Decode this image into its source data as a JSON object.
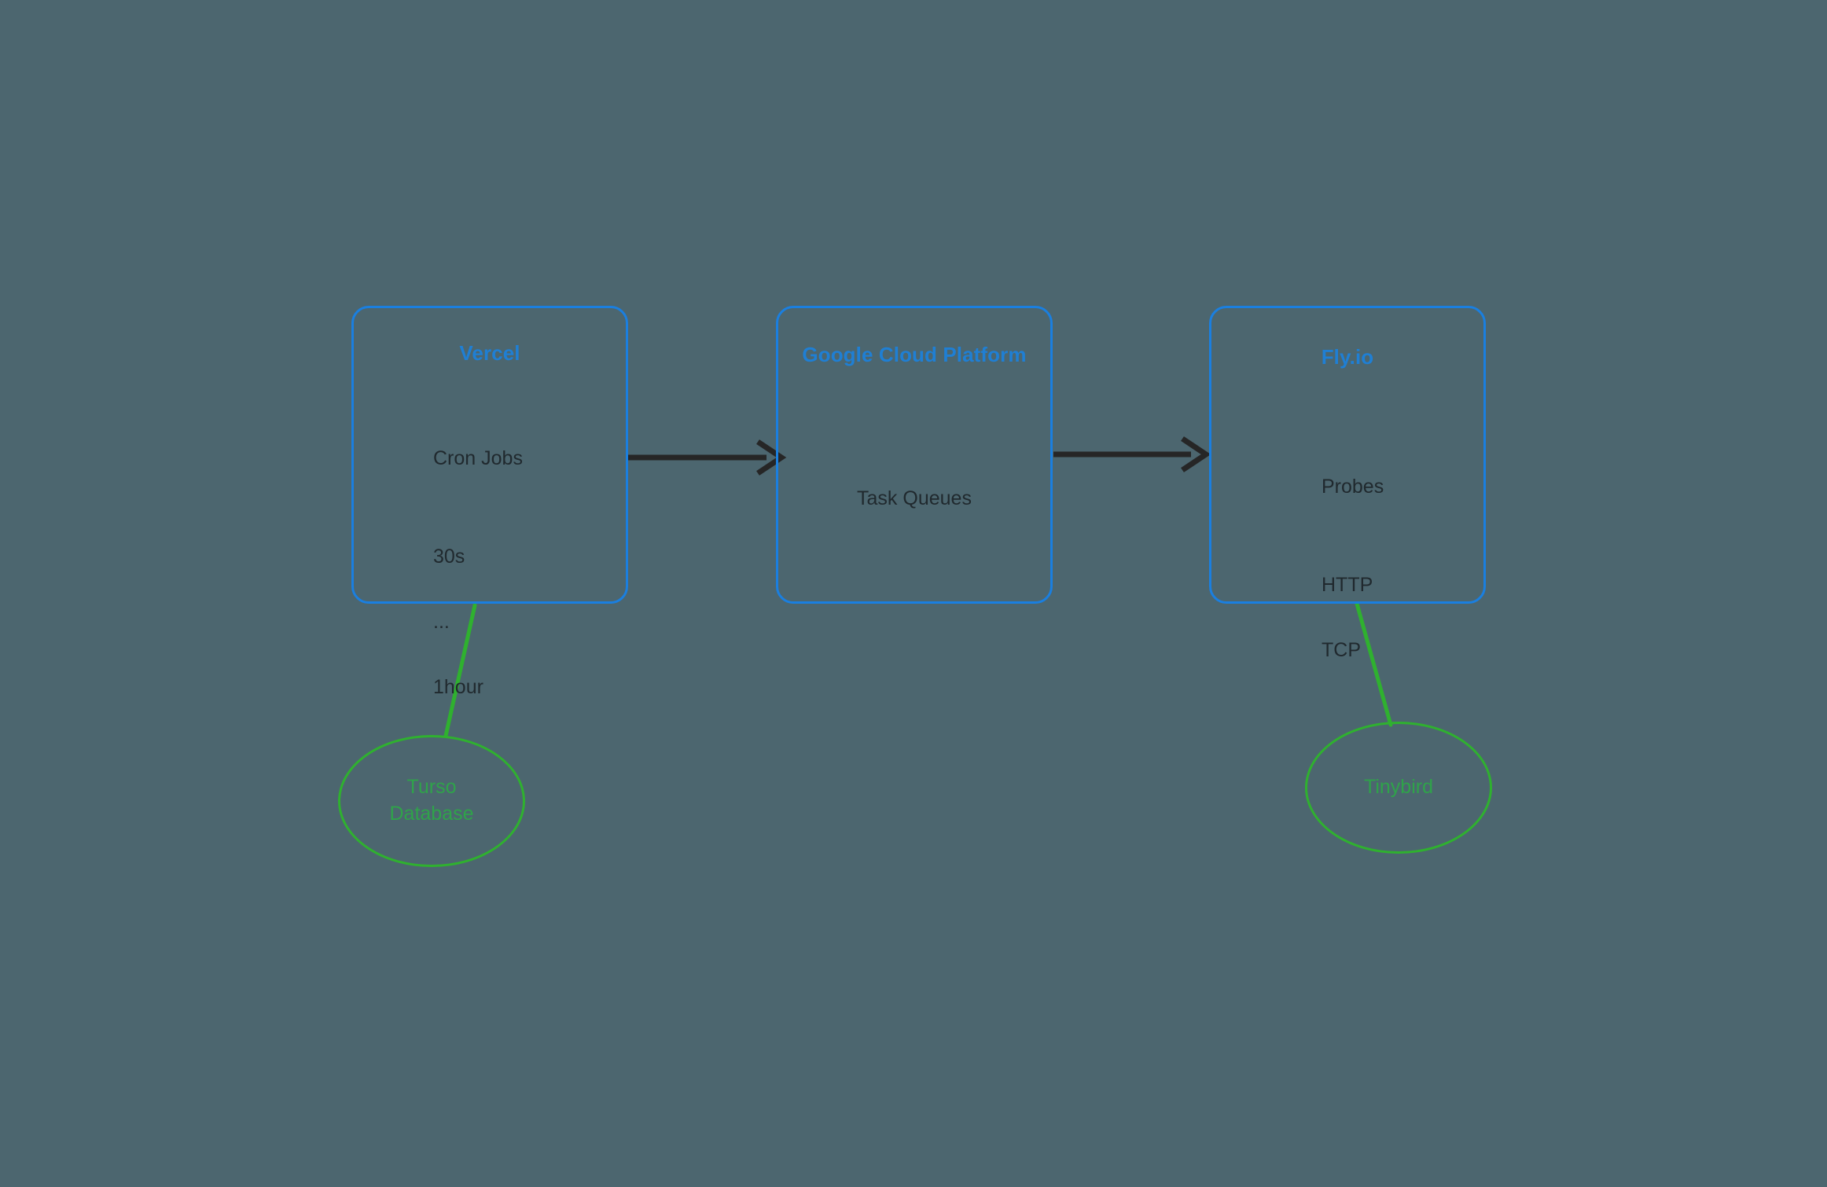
{
  "diagram": {
    "background_color": "#4c666f",
    "service_border_color": "#1a7fe0",
    "service_title_color": "#1f7fd4",
    "datastore_color": "#2fb12f",
    "arrow_color": "#262626",
    "link_color": "#2fb12f",
    "body_text_color": "#20292e"
  },
  "nodes": {
    "vercel": {
      "title": "Vercel",
      "lines": {
        "cron_jobs": "Cron Jobs",
        "interval_min": "30s",
        "ellipsis": "...",
        "interval_max": "1hour"
      }
    },
    "gcp": {
      "title": "Google Cloud Platform",
      "lines": {
        "task_queues": "Task Queues"
      }
    },
    "flyio": {
      "title": "Fly.io",
      "lines": {
        "probes": "Probes",
        "http": "HTTP",
        "tcp": "TCP"
      }
    },
    "turso": {
      "label": "Turso\nDatabase"
    },
    "tinybird": {
      "label": "Tinybird"
    }
  }
}
